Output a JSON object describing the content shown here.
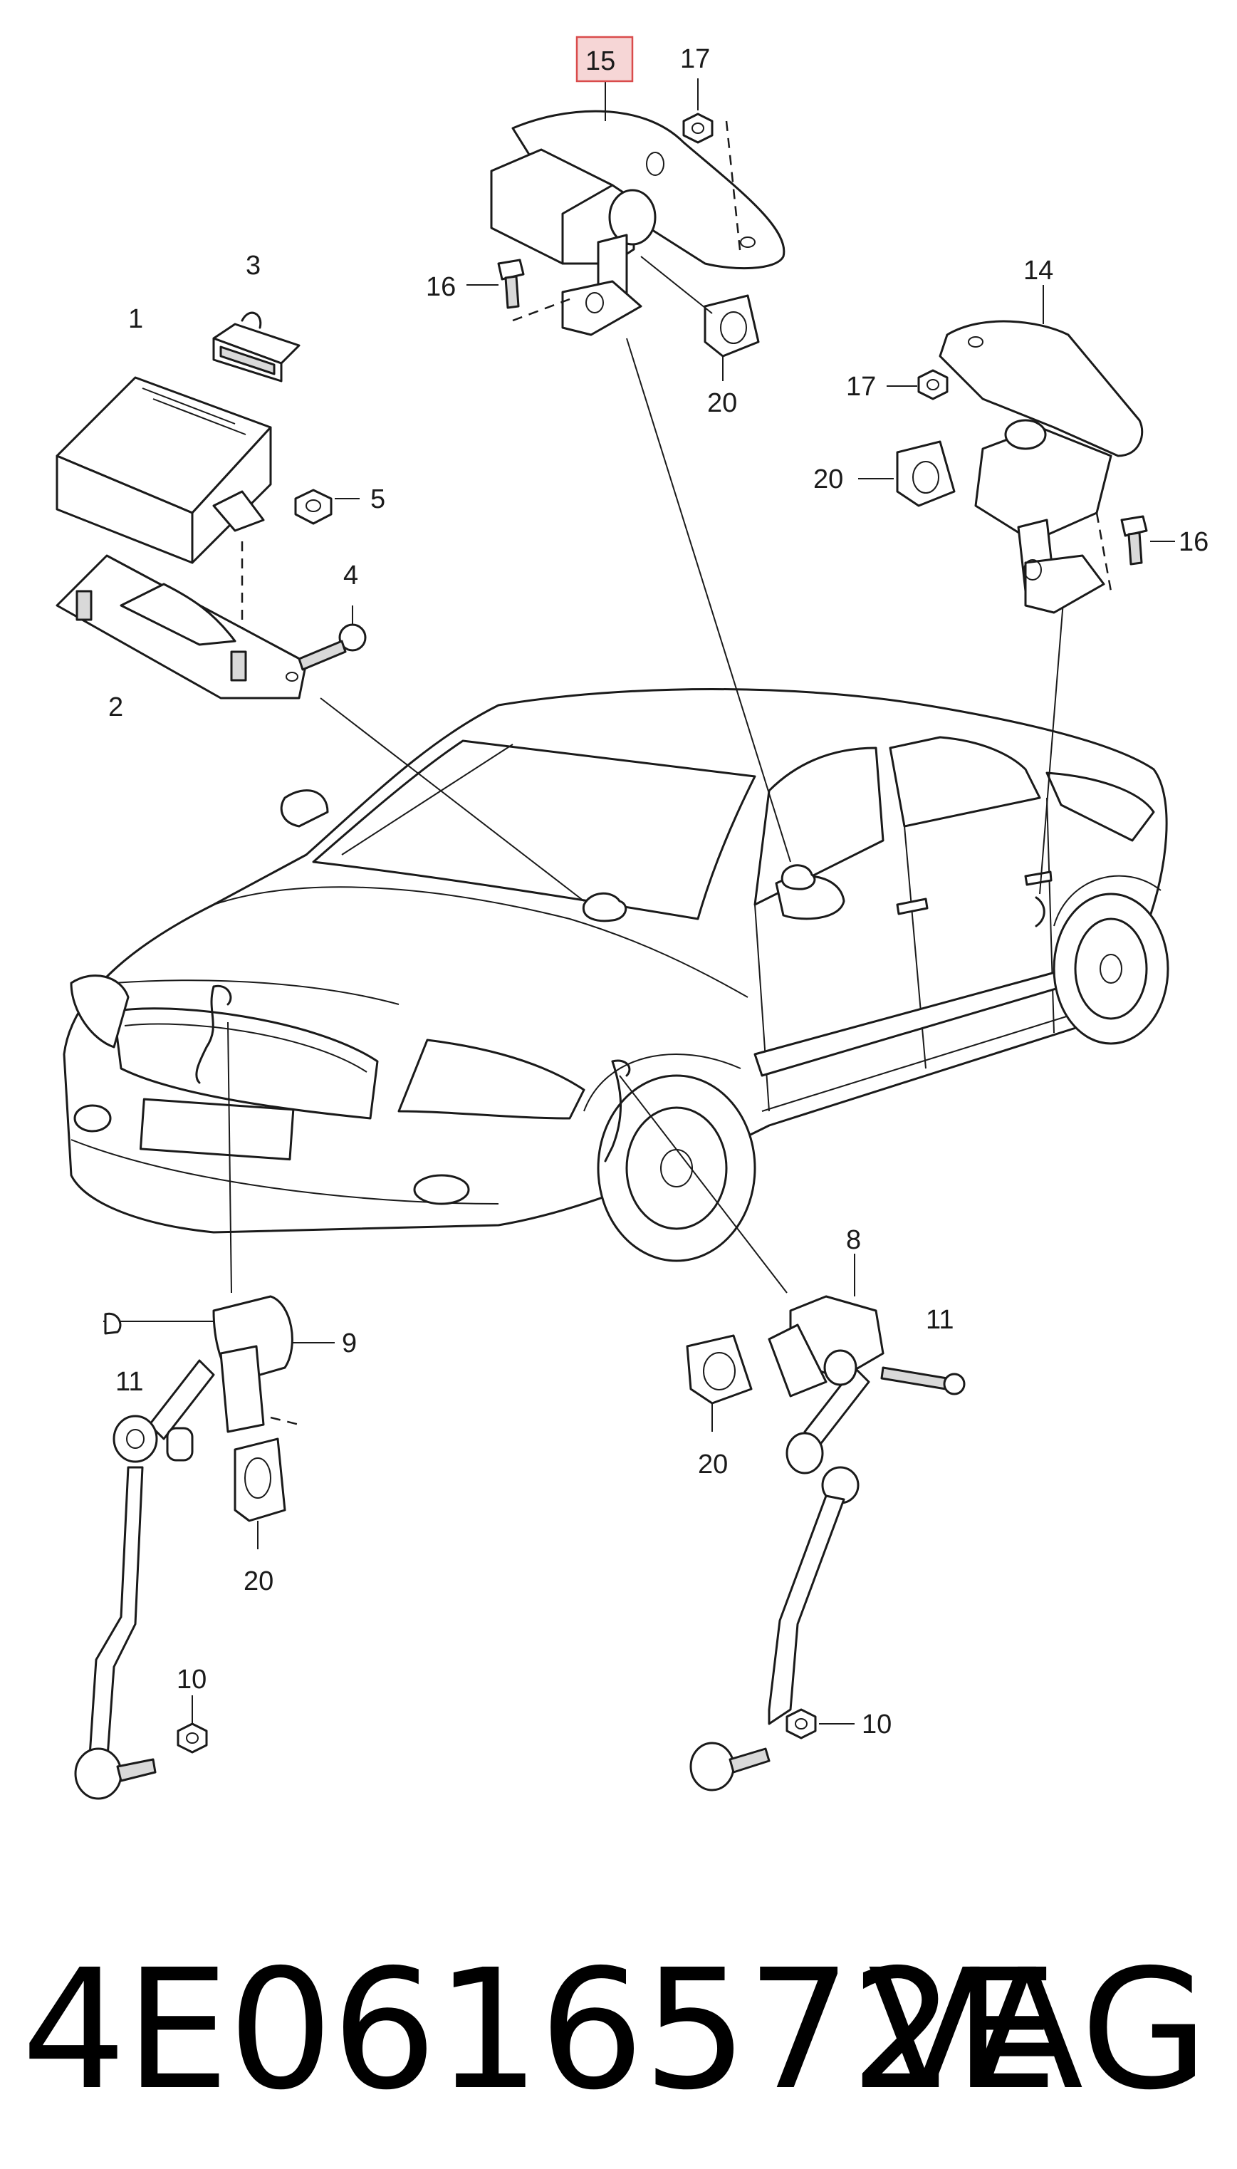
{
  "diagram": {
    "callouts": {
      "c1": "1",
      "c2": "2",
      "c3": "3",
      "c4": "4",
      "c5": "5",
      "c8": "8",
      "c9": "9",
      "c10a": "10",
      "c10b": "10",
      "c11a": "11",
      "c11b": "11",
      "c14": "14",
      "c15": "15",
      "c16a": "16",
      "c16b": "16",
      "c17a": "17",
      "c17b": "17",
      "c20a": "20",
      "c20b": "20",
      "c20c": "20",
      "c20d": "20"
    },
    "highlighted_callout": "15",
    "highlight_color": "#f6d6d6"
  },
  "footer": {
    "part_number": "4E0616572E",
    "brand": "VAG"
  }
}
